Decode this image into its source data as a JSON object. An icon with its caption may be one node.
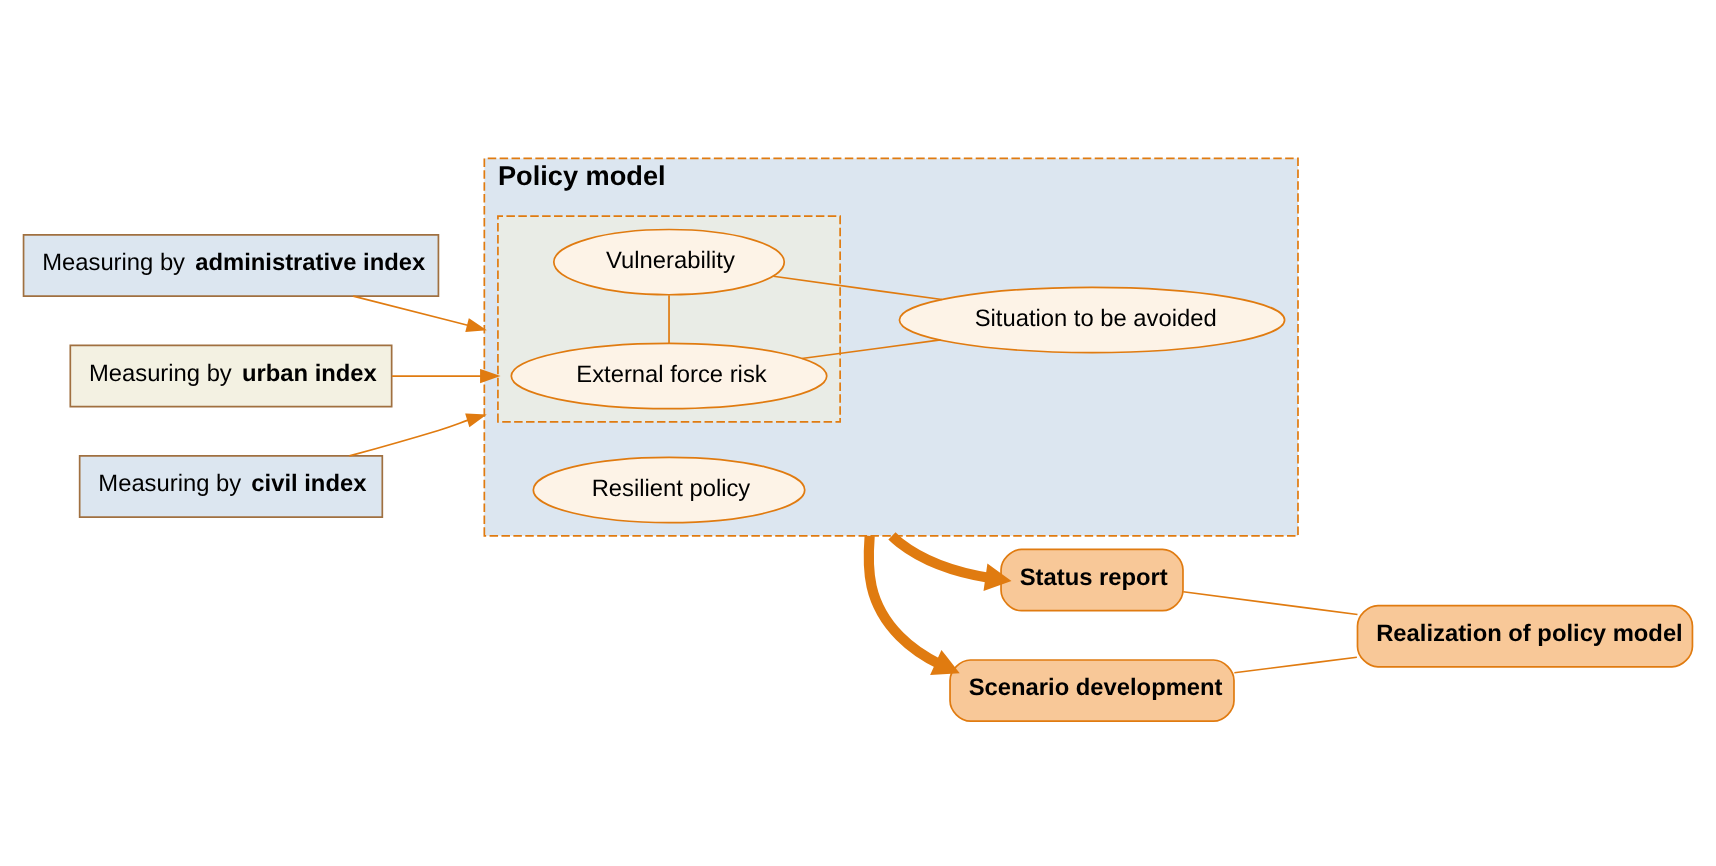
{
  "diagram": {
    "nodes": [
      {
        "text": [
          "Policy model"
        ]
      },
      {
        "text": [],
        "shape": "box",
        "in": 0
      },
      {
        "text": [
          "External force risk"
        ],
        "in": 1
      },
      {
        "text": [
          "Vulnerability"
        ],
        "in": 1
      },
      {
        "text": [
          "Resilient policy"
        ],
        "in": 0
      },
      {
        "text": [
          "Situation to be avoided"
        ],
        "in": 0
      },
      {
        "text": [
          "Measuring by **administrative index**"
        ]
      },
      {
        "text": [
          "Measuring by **urban index**"
        ]
      },
      {
        "text": [
          "Measuring by **civil index**"
        ]
      },
      {
        "text": [
          "Status report"
        ]
      },
      {
        "text": [
          "Scenario development"
        ]
      },
      {
        "text": [
          "Realization of policy model"
        ]
      }
    ],
    "edges": [
      {
        "from": 2,
        "to": 3,
        "arrow": "none"
      },
      {
        "from": 2,
        "to": 5,
        "arrow": "none"
      },
      {
        "from": 3,
        "to": 5,
        "arrow": "none"
      },
      {
        "from": 6,
        "to": 0,
        "arrow": "to"
      },
      {
        "from": 7,
        "to": 1,
        "arrow": "to"
      },
      {
        "from": 8,
        "to": 0,
        "arrow": "to"
      },
      {
        "from": 0,
        "to": 9,
        "arrow": "to",
        "style": "thick"
      },
      {
        "from": 0,
        "to": 10,
        "arrow": "to",
        "style": "thick"
      },
      {
        "from": 9,
        "to": 11,
        "arrow": "none"
      },
      {
        "from": 10,
        "to": 11,
        "arrow": "none"
      }
    ]
  }
}
